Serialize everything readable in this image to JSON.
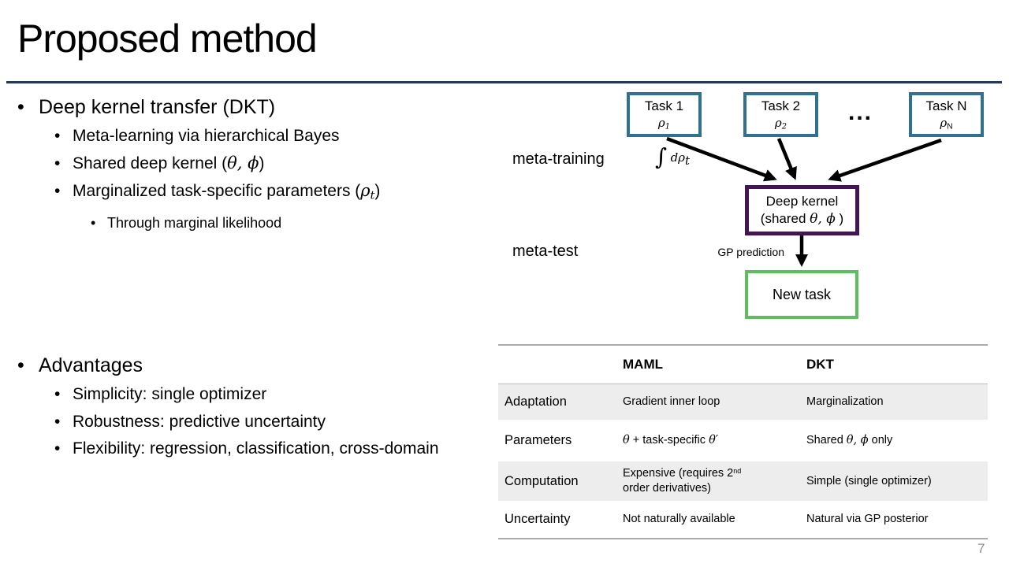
{
  "slide": {
    "title": "Proposed method",
    "page_number": "7"
  },
  "colors": {
    "rule_navy": "#1F3864",
    "task_box_border": "#31708F",
    "deep_kernel_border": "#451458",
    "new_task_border": "#5CBE5C",
    "table_row_shade": "#EDEDED",
    "table_line_gray": "#ABABAB",
    "page_number_gray": "#8C8C8C"
  },
  "left": {
    "section1": {
      "heading": "Deep kernel transfer (DKT)",
      "item1": "Meta-learning via hierarchical Bayes",
      "item2_pre": "Shared deep kernel (",
      "item2_math": "θ, ϕ",
      "item2_post": ")",
      "item3_pre": "Marginalized task-specific parameters (",
      "item3_math": "ρ",
      "item3_sub": "t",
      "item3_post": ")",
      "item3_subitem": "Through marginal likelihood"
    },
    "section2": {
      "heading": "Advantages",
      "item1": "Simplicity: single optimizer",
      "item2": "Robustness: predictive uncertainty",
      "item3": "Flexibility: regression, classification, cross-domain"
    }
  },
  "diagram": {
    "meta_training_label": "meta-training",
    "meta_test_label": "meta-test",
    "integral_sign": "∫",
    "integral_body": "dρ",
    "integral_sub": "t",
    "tasks": [
      {
        "title": "Task 1",
        "param": "ρ",
        "sub": "1"
      },
      {
        "title": "Task 2",
        "param": "ρ",
        "sub": "2"
      },
      {
        "title": "Task N",
        "param": "ρ",
        "sub": "N"
      }
    ],
    "dots": "...",
    "deep_kernel_line1": "Deep kernel",
    "deep_kernel_line2_pre": "(shared ",
    "deep_kernel_line2_math": "θ, ϕ",
    "deep_kernel_line2_post": " )",
    "gp_prediction_label": "GP prediction",
    "new_task_label": "New task"
  },
  "table": {
    "headers": {
      "maml": "MAML",
      "dkt": "DKT"
    },
    "rows": [
      {
        "label": "Adaptation",
        "maml": "Gradient inner loop",
        "dkt": "Marginalization"
      },
      {
        "label": "Parameters",
        "maml_math1": "θ",
        "maml_mid": " + task-specific ",
        "maml_math2": "θ′",
        "dkt_pre": "Shared ",
        "dkt_math": "θ, ϕ",
        "dkt_post": " only"
      },
      {
        "label": "Computation",
        "maml_pre": "Expensive (requires 2",
        "maml_sup": "nd",
        "maml_post": " order derivatives)",
        "dkt": "Simple (single optimizer)"
      },
      {
        "label": "Uncertainty",
        "maml": "Not naturally available",
        "dkt": "Natural via GP posterior"
      }
    ]
  }
}
